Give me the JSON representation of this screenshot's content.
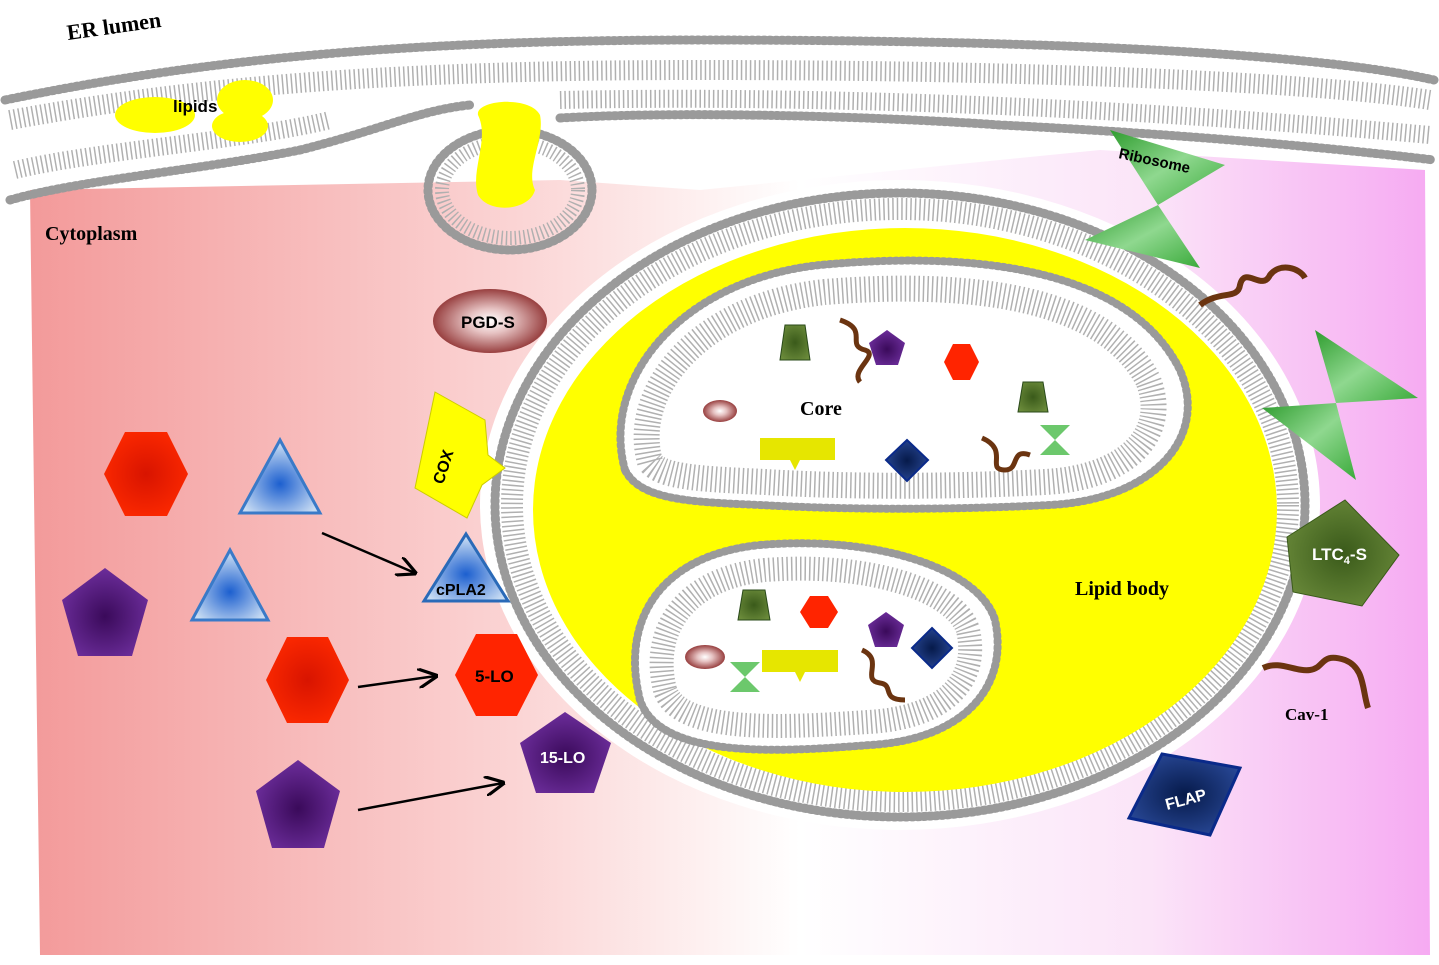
{
  "labels": {
    "er_lumen": "ER lumen",
    "lipids": "lipids",
    "cytoplasm": "Cytoplasm",
    "ribosome": "Ribosome",
    "pgd_s": "PGD-S",
    "cox": "COX",
    "core": "Core",
    "cpla2": "cPLA2",
    "five_lo": "5-LO",
    "fifteen_lo": "15-LO",
    "lipid_body": "Lipid body",
    "ltc4s_main": "LTC",
    "ltc4s_sub": "4",
    "ltc4s_tail": "-S",
    "cav1": "Cav-1",
    "flap": "FLAP"
  },
  "colors": {
    "membrane": "#a6a6a6",
    "lipid_yellow": "#ffff00",
    "cytoplasm_red": "#f4a0a0",
    "cytoplasm_pink": "#f7b6f3",
    "five_lo_red": "#ff2400",
    "fifteen_lo_purple": "#6a2a9a",
    "cpla2_blue": "#5b9bd5",
    "ltc4s_green": "#5a7a2a",
    "flap_blue": "#1a3a8a",
    "cav1_brown": "#6b3410",
    "ribosome_green": "#5cc05c",
    "pgd_s_maroon": "#8b2a2a"
  }
}
